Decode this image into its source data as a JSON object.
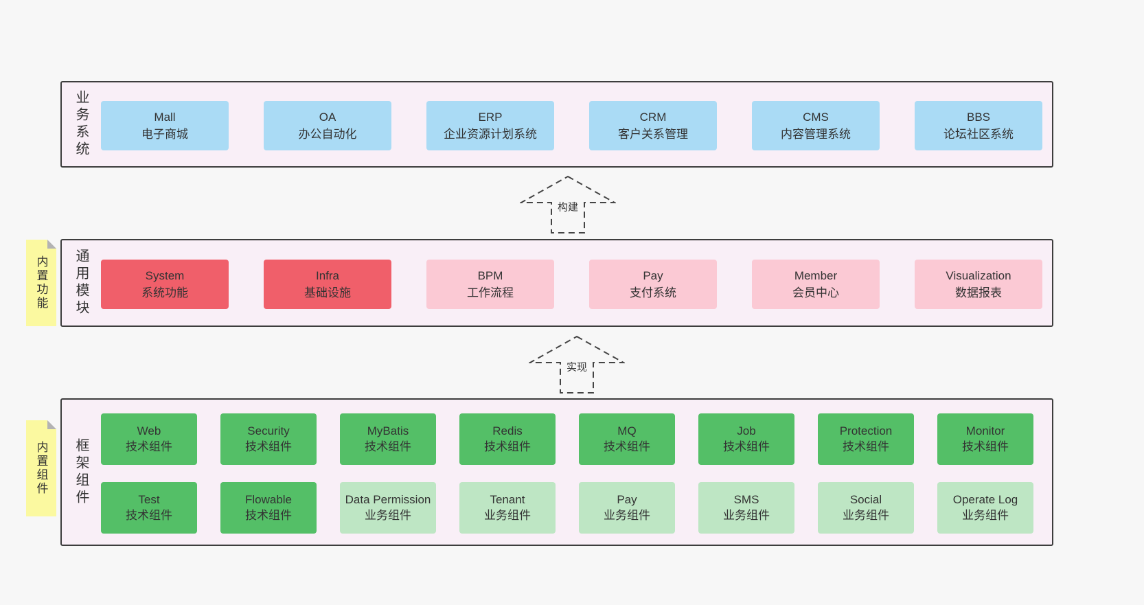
{
  "business": {
    "side_label": "业务系统",
    "boxes": [
      {
        "title": "Mall",
        "subtitle": "电子商城"
      },
      {
        "title": "OA",
        "subtitle": "办公自动化"
      },
      {
        "title": "ERP",
        "subtitle": "企业资源计划系统"
      },
      {
        "title": "CRM",
        "subtitle": "客户关系管理"
      },
      {
        "title": "CMS",
        "subtitle": "内容管理系统"
      },
      {
        "title": "BBS",
        "subtitle": "论坛社区系统"
      }
    ]
  },
  "arrows": {
    "build": "构建",
    "implement": "实现"
  },
  "modules": {
    "side_label": "通用模块",
    "sticky_label": "内置功能",
    "boxes": [
      {
        "title": "System",
        "subtitle": "系统功能",
        "variant": "core"
      },
      {
        "title": "Infra",
        "subtitle": "基础设施",
        "variant": "core"
      },
      {
        "title": "BPM",
        "subtitle": "工作流程",
        "variant": "optional"
      },
      {
        "title": "Pay",
        "subtitle": "支付系统",
        "variant": "optional"
      },
      {
        "title": "Member",
        "subtitle": "会员中心",
        "variant": "optional"
      },
      {
        "title": "Visualization",
        "subtitle": "数据报表",
        "variant": "optional"
      }
    ]
  },
  "components": {
    "side_label": "框架组件",
    "sticky_label": "内置组件",
    "row1": [
      {
        "title": "Web",
        "subtitle": "技术组件",
        "variant": "tech"
      },
      {
        "title": "Security",
        "subtitle": "技术组件",
        "variant": "tech"
      },
      {
        "title": "MyBatis",
        "subtitle": "技术组件",
        "variant": "tech"
      },
      {
        "title": "Redis",
        "subtitle": "技术组件",
        "variant": "tech"
      },
      {
        "title": "MQ",
        "subtitle": "技术组件",
        "variant": "tech"
      },
      {
        "title": "Job",
        "subtitle": "技术组件",
        "variant": "tech"
      },
      {
        "title": "Protection",
        "subtitle": "技术组件",
        "variant": "tech"
      },
      {
        "title": "Monitor",
        "subtitle": "技术组件",
        "variant": "tech"
      }
    ],
    "row2": [
      {
        "title": "Test",
        "subtitle": "技术组件",
        "variant": "tech"
      },
      {
        "title": "Flowable",
        "subtitle": "技术组件",
        "variant": "tech"
      },
      {
        "title": "Data Permission",
        "subtitle": "业务组件",
        "variant": "biz"
      },
      {
        "title": "Tenant",
        "subtitle": "业务组件",
        "variant": "biz"
      },
      {
        "title": "Pay",
        "subtitle": "业务组件",
        "variant": "biz"
      },
      {
        "title": "SMS",
        "subtitle": "业务组件",
        "variant": "biz"
      },
      {
        "title": "Social",
        "subtitle": "业务组件",
        "variant": "biz"
      },
      {
        "title": "Operate Log",
        "subtitle": "业务组件",
        "variant": "biz"
      }
    ]
  },
  "colors": {
    "page_bg": "#f7f7f7",
    "panel_bg": "#f9eff7",
    "panel_border": "#3d3d3d",
    "business_box": "#aadbf5",
    "core_module_box": "#f05f6a",
    "optional_module_box": "#fbc9d4",
    "tech_component_box": "#54bf67",
    "biz_component_box": "#bee6c4",
    "sticky_note": "#fbf9a0"
  }
}
